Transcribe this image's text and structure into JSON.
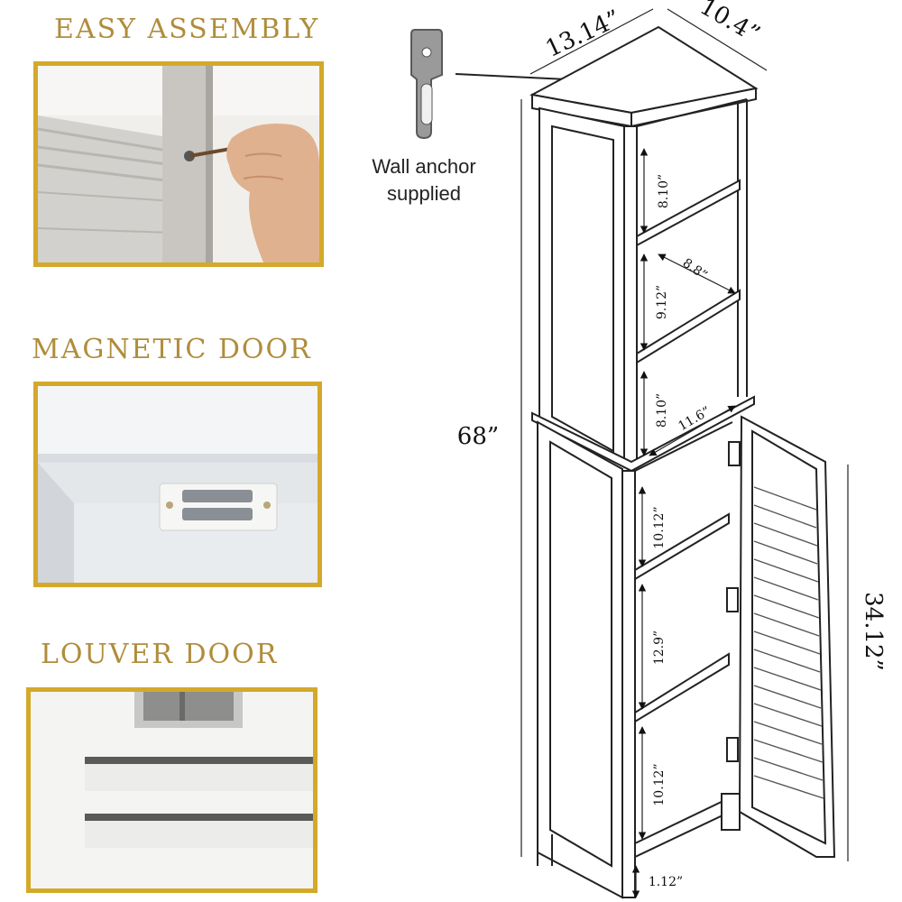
{
  "features": [
    {
      "title": "EASY ASSEMBLY"
    },
    {
      "title": "MAGNETIC DOOR"
    },
    {
      "title": "LOUVER DOOR"
    }
  ],
  "anchor": {
    "line1": "Wall anchor",
    "line2": "supplied"
  },
  "dimensions": {
    "width": "13.14”",
    "depth": "10.4”",
    "height": "68”",
    "lower_height": "34.12”",
    "upper_shelf_1": "8.10”",
    "upper_shelf_2": "9.12”",
    "upper_shelf_3": "8.10”",
    "inner_depth": "8.8”",
    "inner_width": "11.6”",
    "lower_shelf_1": "10.12”",
    "lower_shelf_2": "12.9”",
    "lower_shelf_3": "10.12”",
    "leg_height": "1.12”"
  },
  "colors": {
    "gold": "#d4a92a",
    "heading": "#b08d3c"
  }
}
